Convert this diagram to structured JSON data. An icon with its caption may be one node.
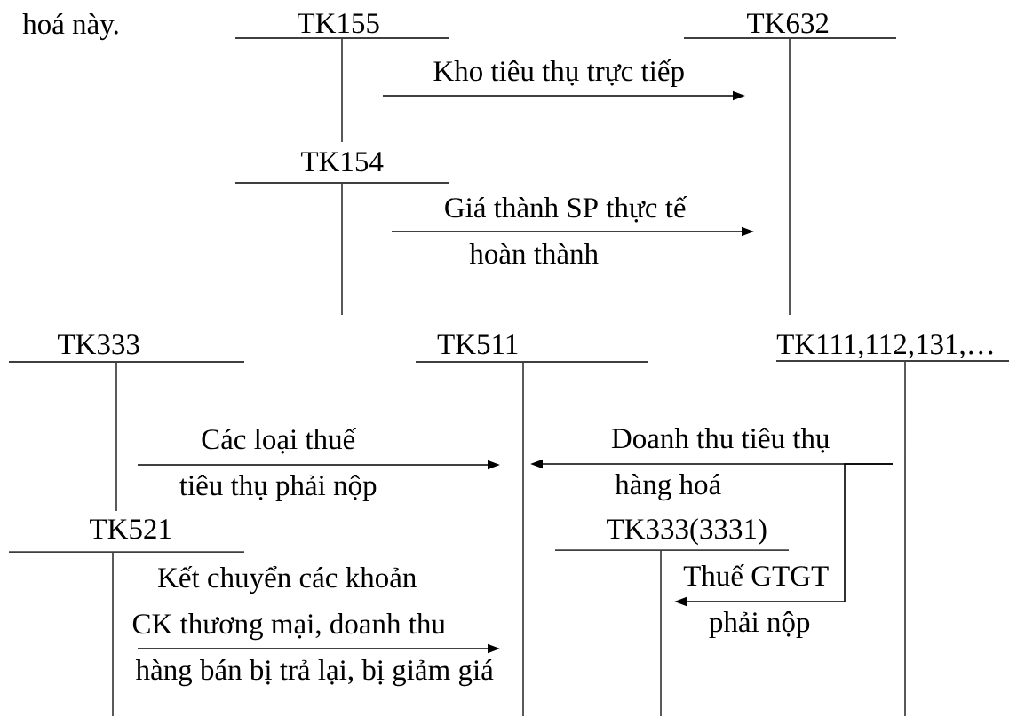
{
  "diagram": {
    "nodes": [
      {
        "text": [
          "TK155"
        ]
      },
      {
        "text": [
          "TK632"
        ]
      },
      {
        "text": [
          "TK154"
        ]
      },
      {
        "text": [
          "TK333"
        ]
      },
      {
        "text": [
          "TK511"
        ]
      },
      {
        "text": [
          "TK111,112,131,…"
        ]
      },
      {
        "text": [
          "TK521"
        ]
      },
      {
        "text": [
          "TK333(3331)"
        ]
      }
    ],
    "edges": [
      {
        "from": 0,
        "to": 1,
        "arrow": "to",
        "label": "Kho tiêu thụ trực tiếp"
      },
      {
        "from": 2,
        "to": 1,
        "arrow": "to",
        "label": "Giá thành SP thực tế hoàn thành"
      },
      {
        "from": 3,
        "to": 4,
        "arrow": "to",
        "label": "Các loại thuế tiêu thụ phải nộp"
      },
      {
        "from": 5,
        "to": 4,
        "arrow": "to",
        "label": "Doanh thu tiêu thụ hàng hoá"
      },
      {
        "from": 5,
        "to": 7,
        "arrow": "to",
        "label": "Thuế GTGT phải nộp"
      },
      {
        "from": 6,
        "to": 4,
        "arrow": "to",
        "label": "Kết chuyển các khoản CK thương mại, doanh thu hàng bán bị trả lại, bị giảm giá"
      }
    ],
    "labels": [
      "hoá này."
    ]
  }
}
